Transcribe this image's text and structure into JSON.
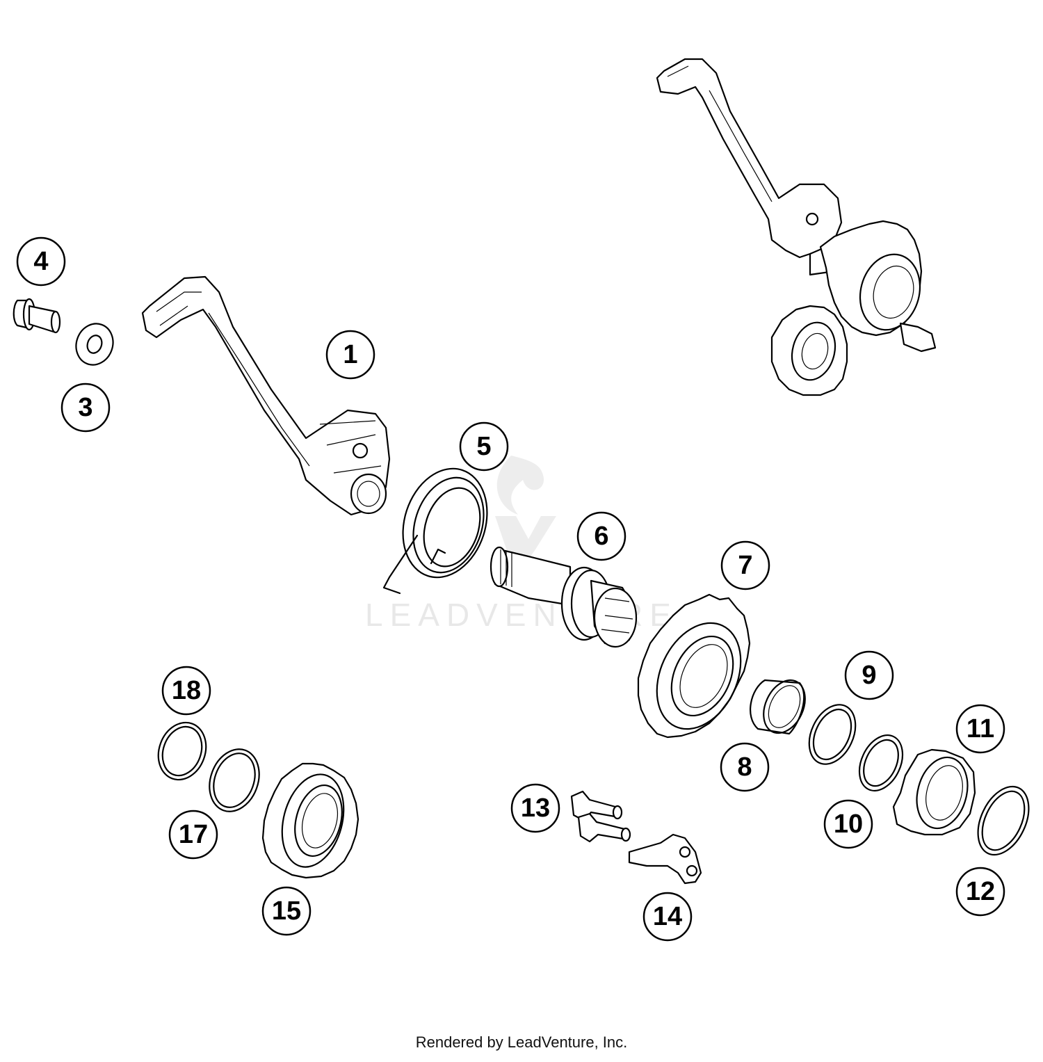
{
  "diagram": {
    "callouts": [
      "1",
      "3",
      "4",
      "5",
      "6",
      "7",
      "8",
      "9",
      "10",
      "11",
      "12",
      "13",
      "14",
      "15",
      "17",
      "18"
    ],
    "watermark": "LEADVENTURE"
  },
  "footer": {
    "text": "Rendered by LeadVenture, Inc."
  }
}
